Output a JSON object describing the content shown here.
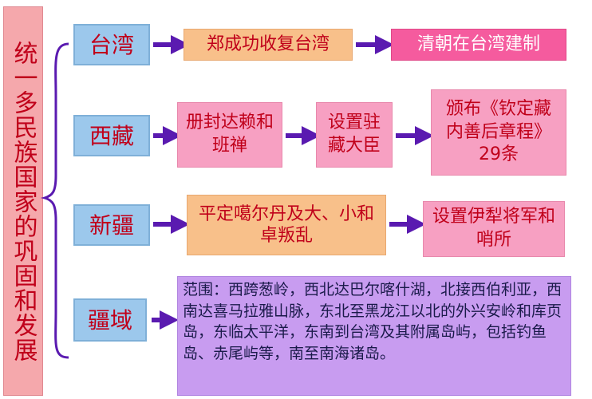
{
  "title": "统一多民族国家的巩固和发展",
  "rows": {
    "taiwan": {
      "label": "台湾",
      "steps": [
        "郑成功收复台湾",
        "清朝在台湾建制"
      ]
    },
    "tibet": {
      "label": "西藏",
      "steps": [
        "册封达赖和班禅",
        "设置驻藏大臣",
        "颁布《钦定藏内善后章程》29条"
      ]
    },
    "xinjiang": {
      "label": "新疆",
      "steps": [
        "平定噶尔丹及大、小和卓叛乱",
        "设置伊犁将军和哨所"
      ]
    },
    "territory": {
      "label": "疆域",
      "text": "范围：西跨葱岭，西北达巴尔喀什湖，北接西伯利亚，西南达喜马拉雅山脉，东北至黑龙江以北的外兴安岭和库页岛，东临太平洋，东南到台湾及其附属岛屿，包括钓鱼岛、赤尾屿等，南至南海诸岛。"
    }
  },
  "colors": {
    "title_bg": "#f5a8ac",
    "category_bg": "#9cc8ec",
    "orange_bg": "#f8c08a",
    "pink_bg": "#f55b9e",
    "light_pink_bg": "#f7a0c2",
    "purple_bg": "#c89cf0",
    "arrow": "#5a1ab0",
    "text_red": "#c0001a"
  }
}
